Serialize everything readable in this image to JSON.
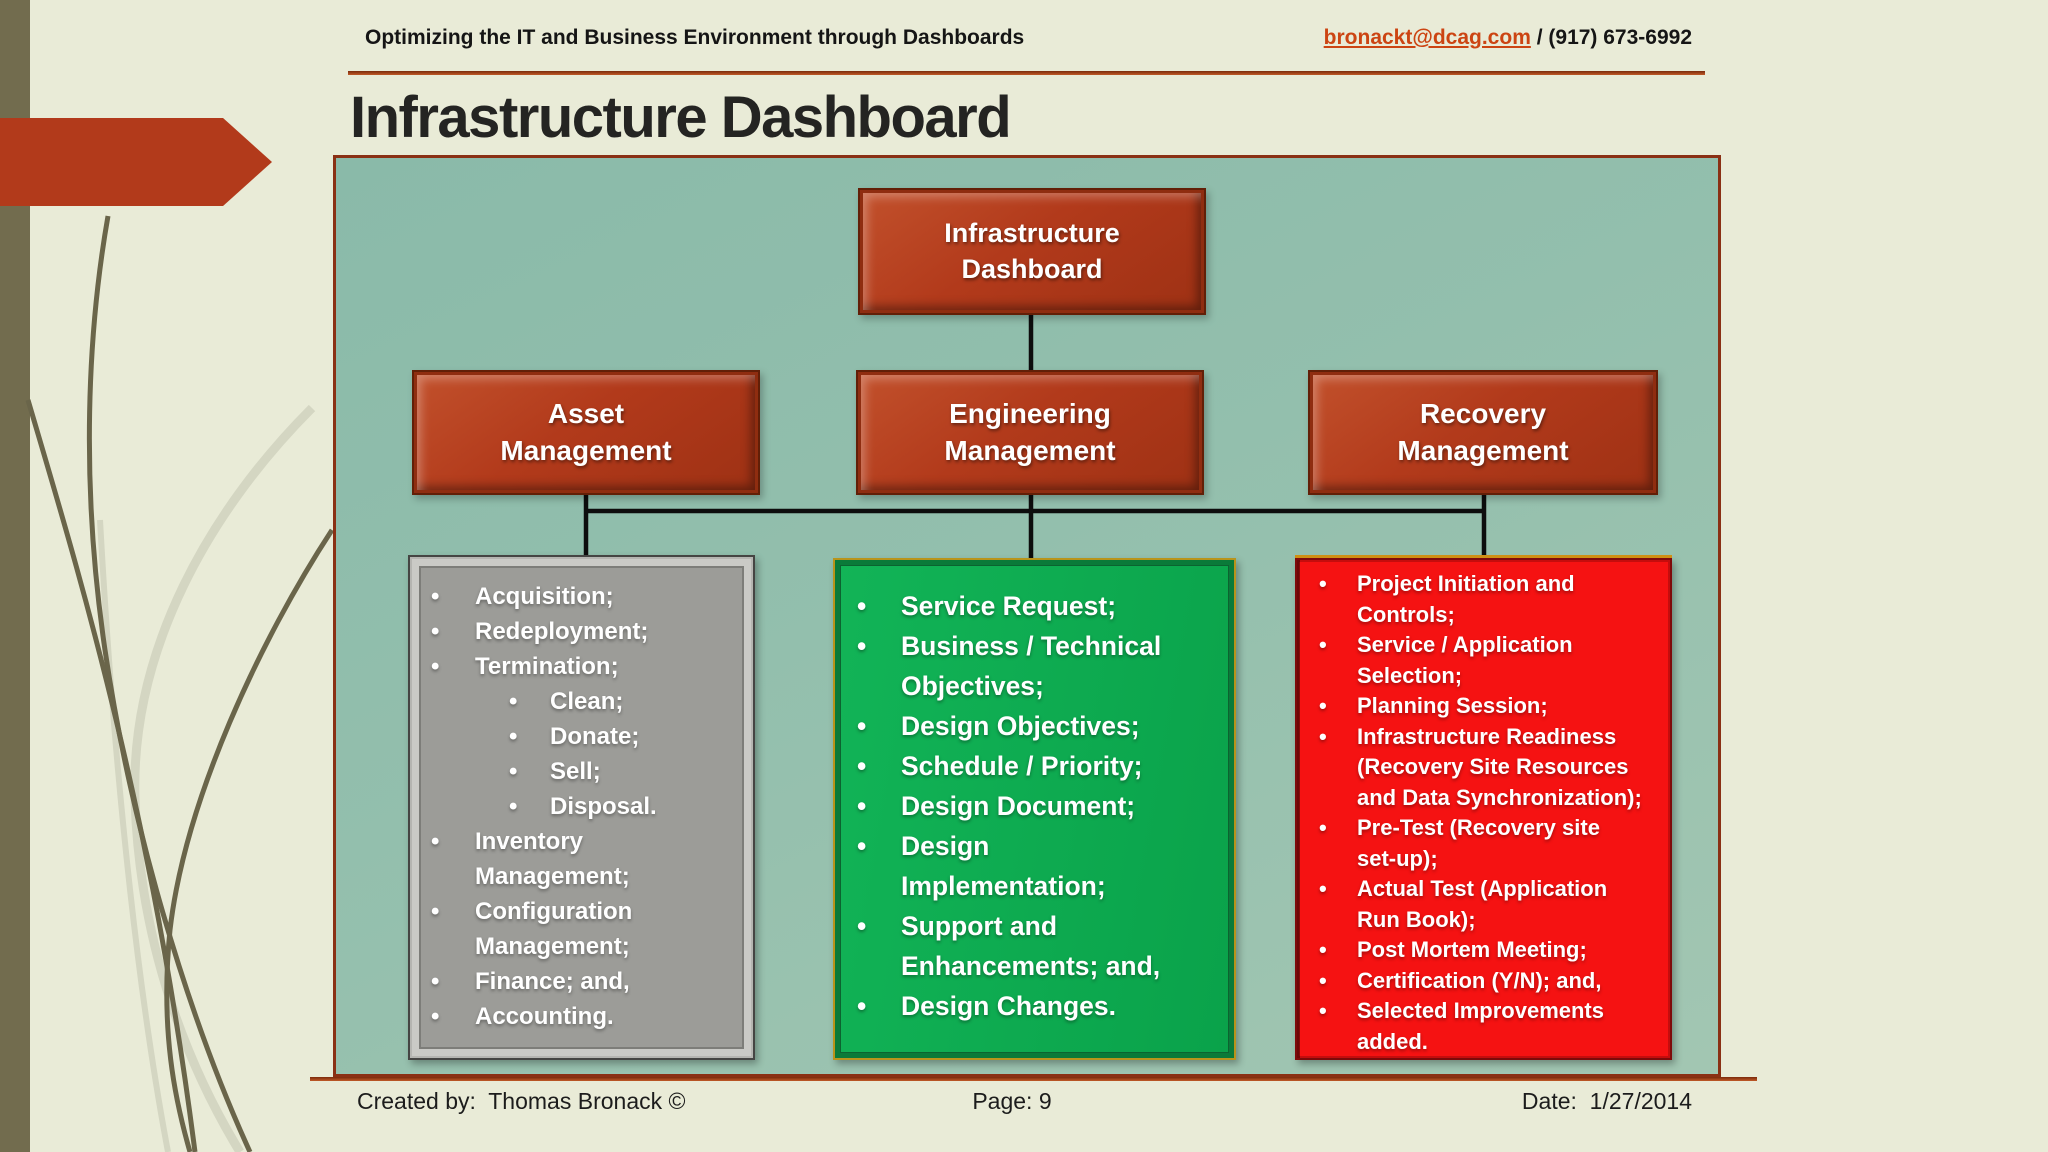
{
  "header": {
    "presentation_title": "Optimizing the IT and Business Environment through Dashboards",
    "email": "bronackt@dcag.com",
    "separator": " / ",
    "phone": "(917) 673-6992"
  },
  "title": "Infrastructure Dashboard",
  "org": {
    "root": "Infrastructure Dashboard",
    "children": [
      "Asset Management",
      "Engineering Management",
      "Recovery Management"
    ]
  },
  "lists": {
    "asset": {
      "items": [
        {
          "t": "Acquisition;",
          "level": 1
        },
        {
          "t": "Redeployment;",
          "level": 1
        },
        {
          "t": "Termination;",
          "level": 1
        },
        {
          "t": "Clean;",
          "level": 2
        },
        {
          "t": "Donate;",
          "level": 2
        },
        {
          "t": "Sell;",
          "level": 2
        },
        {
          "t": "Disposal.",
          "level": 2
        },
        {
          "t": "Inventory Management;",
          "level": 1
        },
        {
          "t": "Configuration Management;",
          "level": 1
        },
        {
          "t": "Finance; and,",
          "level": 1
        },
        {
          "t": "Accounting.",
          "level": 1
        }
      ]
    },
    "engineering": {
      "items": [
        {
          "t": "Service Request;",
          "level": 1
        },
        {
          "t": "Business / Technical Objectives;",
          "level": 1
        },
        {
          "t": "Design Objectives;",
          "level": 1
        },
        {
          "t": "Schedule / Priority;",
          "level": 1
        },
        {
          "t": "Design Document;",
          "level": 1
        },
        {
          "t": "Design Implementation;",
          "level": 1
        },
        {
          "t": "Support and Enhancements; and,",
          "level": 1
        },
        {
          "t": "Design Changes.",
          "level": 1
        }
      ]
    },
    "recovery": {
      "items": [
        {
          "t": "Project Initiation and Controls;",
          "level": 1
        },
        {
          "t": "Service / Application Selection;",
          "level": 1
        },
        {
          "t": "Planning Session;",
          "level": 1
        },
        {
          "t": "Infrastructure Readiness (Recovery Site Resources and Data Synchronization);",
          "level": 1
        },
        {
          "t": "Pre-Test (Recovery site set-up);",
          "level": 1
        },
        {
          "t": "Actual Test (Application Run Book);",
          "level": 1
        },
        {
          "t": "Post Mortem Meeting;",
          "level": 1
        },
        {
          "t": "Certification (Y/N); and,",
          "level": 1
        },
        {
          "t": "Selected Improvements added.",
          "level": 1
        }
      ]
    }
  },
  "footer": {
    "created_by": "Created by:  Thomas Bronack ©",
    "page": "Page: 9",
    "date": "Date:  1/27/2014"
  },
  "colors": {
    "background_cream": "#e9ebd7",
    "left_stripe_olive": "#726c4e",
    "accent_red": "#b23a1b",
    "panel_teal": "#93bfad",
    "rule_dark_red": "#8a3014",
    "link_orange": "#cc4412",
    "box_gray": "#9c9c98",
    "box_green": "#0fae51",
    "box_bright_red": "#f51212",
    "gold_border": "#c9981c",
    "connector_black": "#0d0d0d"
  }
}
